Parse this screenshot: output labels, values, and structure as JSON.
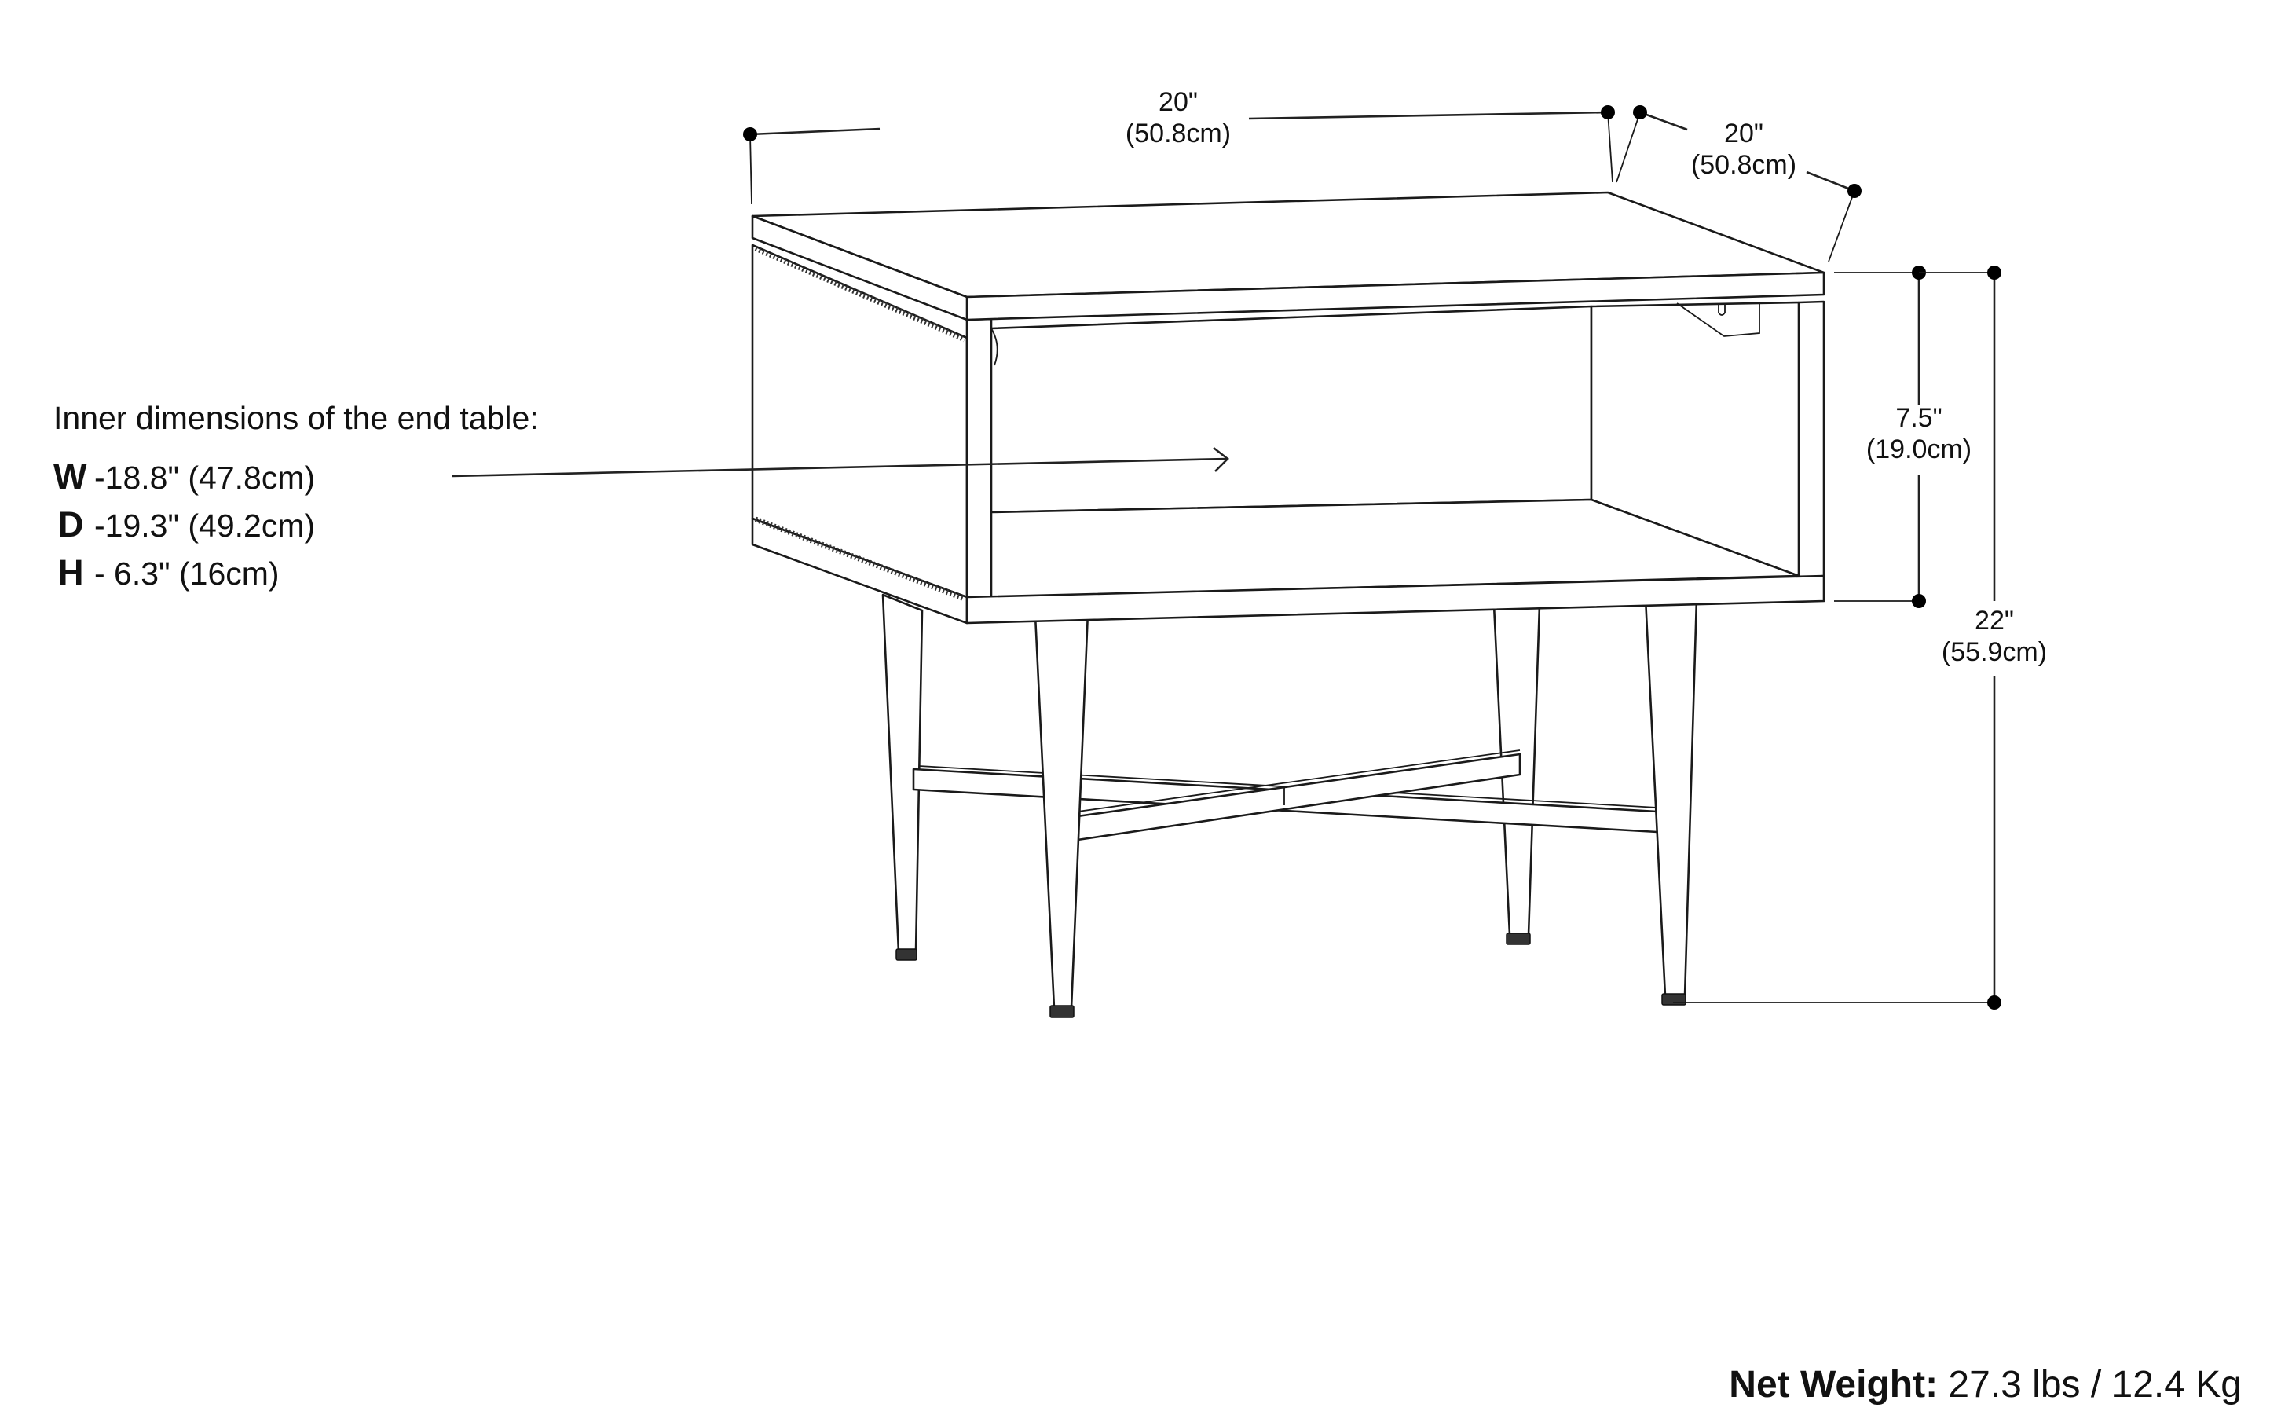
{
  "diagram": {
    "subject": "End table with open shelf and X-stretcher legs",
    "dimensions": {
      "width": {
        "imperial": "20\"",
        "metric": "(50.8cm)"
      },
      "depth": {
        "imperial": "20\"",
        "metric": "(50.8cm)"
      },
      "box_height": {
        "imperial": "7.5\"",
        "metric": "(19.0cm)"
      },
      "total_height": {
        "imperial": "22\"",
        "metric": "(55.9cm)"
      }
    },
    "inner_dimensions": {
      "title": "Inner dimensions of the end table:",
      "items": [
        {
          "key": "W",
          "value": "-18.8\" (47.8cm)"
        },
        {
          "key": "D",
          "value": "-19.3\" (49.2cm)"
        },
        {
          "key": "H",
          "value": "- 6.3\" (16cm)"
        }
      ]
    },
    "net_weight": {
      "label": "Net Weight:",
      "value": "27.3 lbs / 12.4 Kg"
    },
    "colors": {
      "line": "#1a1a1a",
      "background": "#ffffff",
      "text": "#111111"
    }
  }
}
